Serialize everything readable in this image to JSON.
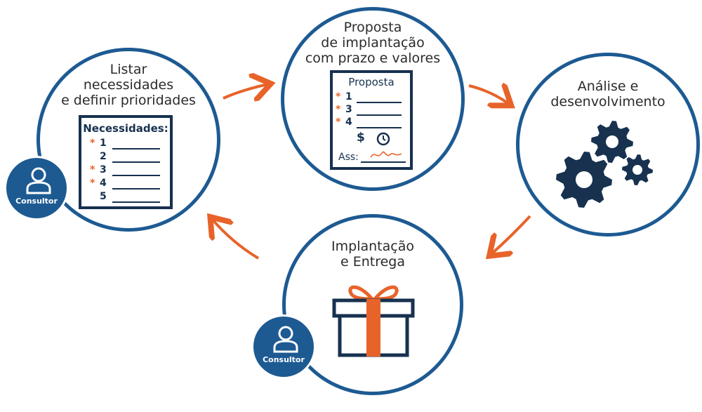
{
  "steps": {
    "listar": {
      "title": [
        "Listar",
        "necessidades",
        "e definir prioridades"
      ]
    },
    "proposta": {
      "title": [
        "Proposta",
        "de implantação",
        "com prazo e valores"
      ]
    },
    "analise": {
      "title": [
        "Análise e",
        "desenvolvimento"
      ]
    },
    "implantacao": {
      "title": [
        "Implantação",
        "e Entrega"
      ]
    }
  },
  "necessidades_doc": {
    "heading": "Necessidades:",
    "items": [
      {
        "num": "1",
        "starred": true
      },
      {
        "num": "2",
        "starred": false
      },
      {
        "num": "3",
        "starred": true
      },
      {
        "num": "4",
        "starred": true
      },
      {
        "num": "5",
        "starred": false
      }
    ]
  },
  "proposta_doc": {
    "heading": "Proposta",
    "items": [
      {
        "num": "1",
        "starred": true
      },
      {
        "num": "3",
        "starred": true
      },
      {
        "num": "4",
        "starred": true
      }
    ],
    "icons": [
      "dollar-icon",
      "clock-icon"
    ],
    "signature_label": "Ass:"
  },
  "badges": {
    "label": "Consultor"
  },
  "colors": {
    "circle": "#1d5a92",
    "ink": "#17314f",
    "accent": "#e8632a"
  },
  "symbols": {
    "star": "*",
    "dollar": "$"
  }
}
